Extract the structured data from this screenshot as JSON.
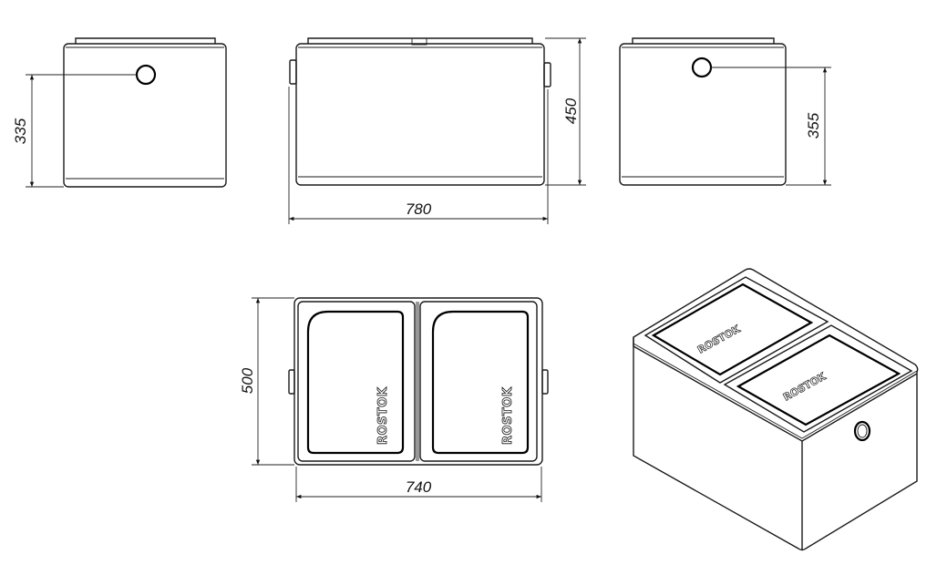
{
  "drawing": {
    "dimensions": {
      "side_left_hole_height": "335",
      "front_height": "450",
      "front_width": "780",
      "side_right_hole_height": "355",
      "top_depth": "500",
      "top_width": "740"
    },
    "logo_text": "ROSTOK"
  }
}
